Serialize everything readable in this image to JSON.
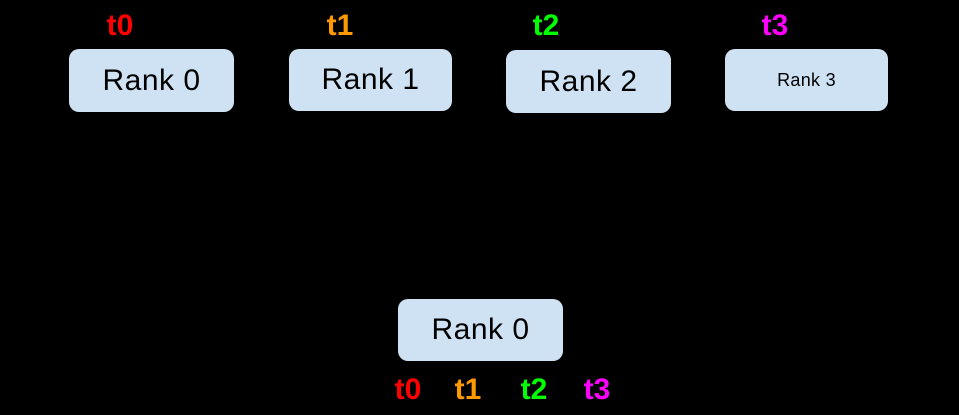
{
  "diagram": {
    "background_color": "#000000",
    "box_fill_color": "#cfe2f3",
    "box_text_color": "#000000",
    "top_row": {
      "threads": [
        {
          "label": "t0",
          "color": "#ff0000"
        },
        {
          "label": "t1",
          "color": "#ff9900"
        },
        {
          "label": "t2",
          "color": "#00ff00"
        },
        {
          "label": "t3",
          "color": "#ff00ff"
        }
      ],
      "ranks": [
        {
          "label": "Rank 0"
        },
        {
          "label": "Rank 1"
        },
        {
          "label": "Rank 2"
        },
        {
          "label": "Rank 3"
        }
      ]
    },
    "bottom": {
      "rank": {
        "label": "Rank 0"
      },
      "threads": [
        {
          "label": "t0",
          "color": "#ff0000"
        },
        {
          "label": "t1",
          "color": "#ff9900"
        },
        {
          "label": "t2",
          "color": "#00ff00"
        },
        {
          "label": "t3",
          "color": "#ff00ff"
        }
      ]
    }
  }
}
